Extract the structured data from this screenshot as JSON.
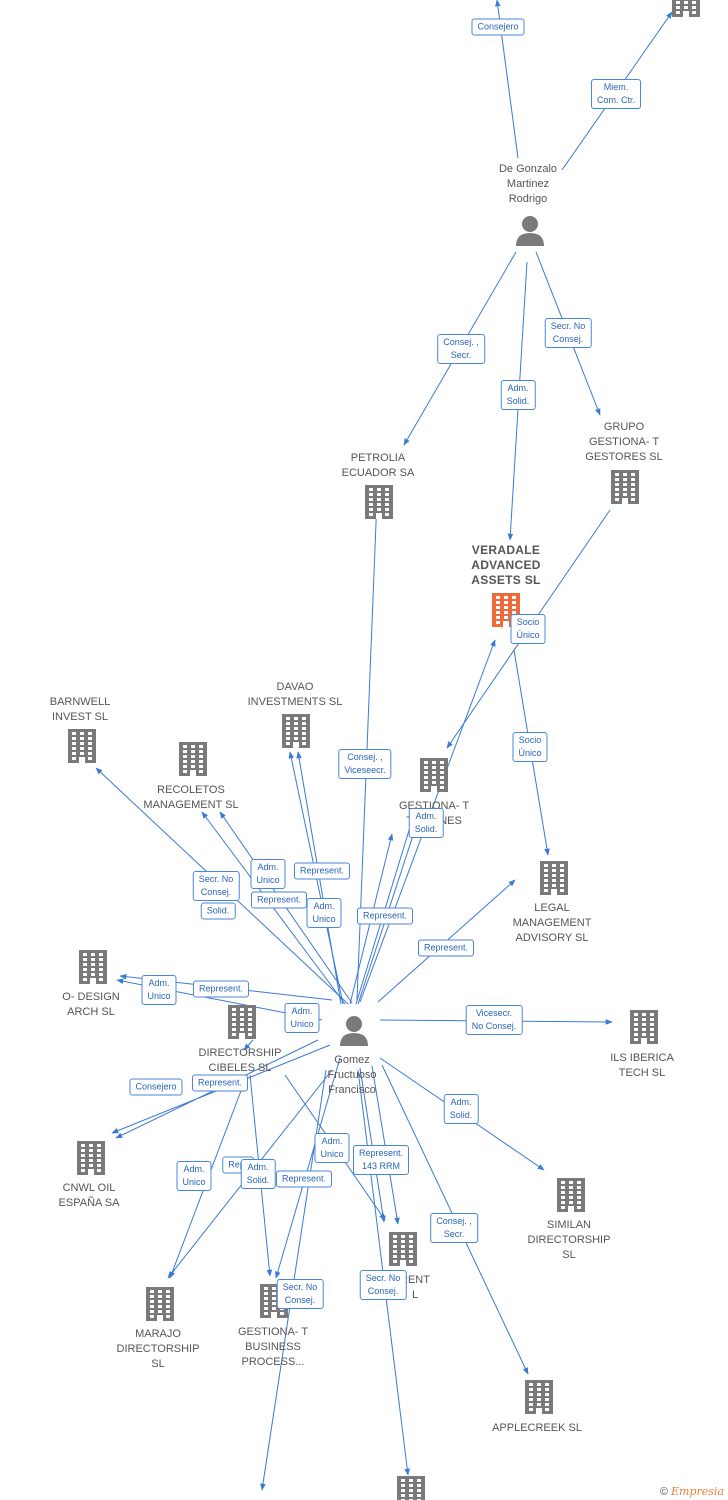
{
  "colors": {
    "edge": "#3a7ad4",
    "node": "#7a7a7a",
    "main_node": "#ee6a3a",
    "label_border": "#4a86d8",
    "label_text": "#2a64b8"
  },
  "nodes": [
    {
      "id": "de-gonzalo",
      "type": "person",
      "label": "De Gonzalo\nMartinez\nRodrigo"
    },
    {
      "id": "gomez",
      "type": "person",
      "label": "Gomez\nFructuoso\nFrancisco"
    },
    {
      "id": "veradale",
      "type": "company",
      "main": true,
      "label": "VERADALE\nADVANCED\nASSETS  SL"
    },
    {
      "id": "petrolia",
      "type": "company",
      "label": "PETROLIA\nECUADOR SA"
    },
    {
      "id": "grupo-gestiona",
      "type": "company",
      "label": "GRUPO\nGESTIONA- T\nGESTORES  SL"
    },
    {
      "id": "barnwell",
      "type": "company",
      "label": "BARNWELL\nINVEST  SL"
    },
    {
      "id": "davao",
      "type": "company",
      "label": "DAVAO\nINVESTMENTS SL"
    },
    {
      "id": "recoletos",
      "type": "company",
      "label": "RECOLETOS\nMANAGEMENT SL"
    },
    {
      "id": "gestiona-tra",
      "type": "company",
      "label": "GESTIONA- T\nTRA        ONES"
    },
    {
      "id": "legal",
      "type": "company",
      "label": "LEGAL\nMANAGEMENT\nADVISORY  SL"
    },
    {
      "id": "o-design",
      "type": "company",
      "label": "O- DESIGN\nARCH  SL"
    },
    {
      "id": "directorship-cibeles",
      "type": "company",
      "label": "DIRECTORSHIP\nCIBELES SL"
    },
    {
      "id": "ils",
      "type": "company",
      "label": "ILS IBERICA\nTECH  SL"
    },
    {
      "id": "cnwl",
      "type": "company",
      "label": "CNWL OIL\nESPAÑA SA"
    },
    {
      "id": "similan",
      "type": "company",
      "label": "SIMILAN\nDIRECTORSHIP\nSL"
    },
    {
      "id": "marajo",
      "type": "company",
      "label": "MARAJO\nDIRECTORSHIP\nSL"
    },
    {
      "id": "gestiona-bp",
      "type": "company",
      "label": "GESTIONA- T\nBUSINESS\nPROCESS..."
    },
    {
      "id": "rent",
      "type": "company",
      "label": "RENT\nL"
    },
    {
      "id": "applecreek",
      "type": "company",
      "label": "APPLECREEK SL"
    },
    {
      "id": "top-right",
      "type": "company",
      "label": ""
    },
    {
      "id": "bottom",
      "type": "company",
      "label": ""
    }
  ],
  "edge_labels": [
    "Consejero",
    "Miem.\nCom. Ctr.",
    "Consej. ,\nSecr.",
    "Secr.  No\nConsej.",
    "Adm.\nSolid.",
    "Socio\nÚnico",
    "Socio\nÚnico",
    "Consej. ,\nViceseecr.",
    "Adm.\nSolid.",
    "Secr.  No\nConsej.",
    "Solid.",
    "Adm.\nUnico",
    "Represent.",
    "Represent.",
    "Adm.\nUnico",
    "Represent.",
    "Represent.",
    "Adm.\nUnico",
    "Represent.",
    "Adm.\nUnico",
    "Vicesecr.\nNo Consej.",
    "Consejero",
    "Represent.",
    "Adm.\nSolid.",
    "Adm.\nUnico",
    "Repr",
    "Adm.\nSolid.",
    "Adm.\nUnico",
    "Represent.",
    "Represent.\n143 RRM",
    "Consej. ,\nSecr.",
    "Secr.  No\nConsej.",
    "Secr.  No\nConsej."
  ],
  "footer": {
    "copyright": "©",
    "brand": "Empresia"
  }
}
